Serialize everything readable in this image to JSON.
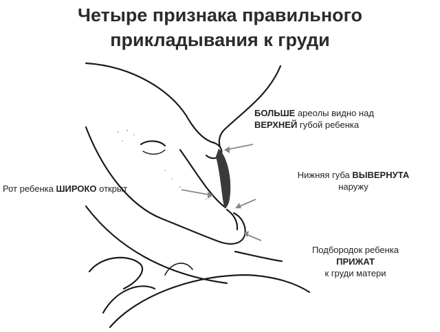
{
  "title": {
    "line1": "Четыре признака правильного",
    "line2": "прикладывания к груди"
  },
  "annotations": {
    "areola": {
      "line1_bold": "БОЛЬШЕ",
      "line1_rest": " ареолы видно над",
      "line2_bold": "ВЕРХНЕЙ",
      "line2_rest": " губой ребенка"
    },
    "mouth": {
      "prefix": "Рот ребенка ",
      "bold": "ШИРОКО",
      "suffix": " открыт"
    },
    "lip": {
      "line1_prefix": "Нижняя губа ",
      "line1_bold": "ВЫВЕРНУТА",
      "line2": "наружу"
    },
    "chin": {
      "line1": "Подбородок ребенка",
      "line2_bold": "ПРИЖАТ",
      "line3": "к груди матери"
    }
  },
  "colors": {
    "title": "#2b2b2b",
    "ink": "#1a1a1a",
    "arrow": "#888888"
  }
}
